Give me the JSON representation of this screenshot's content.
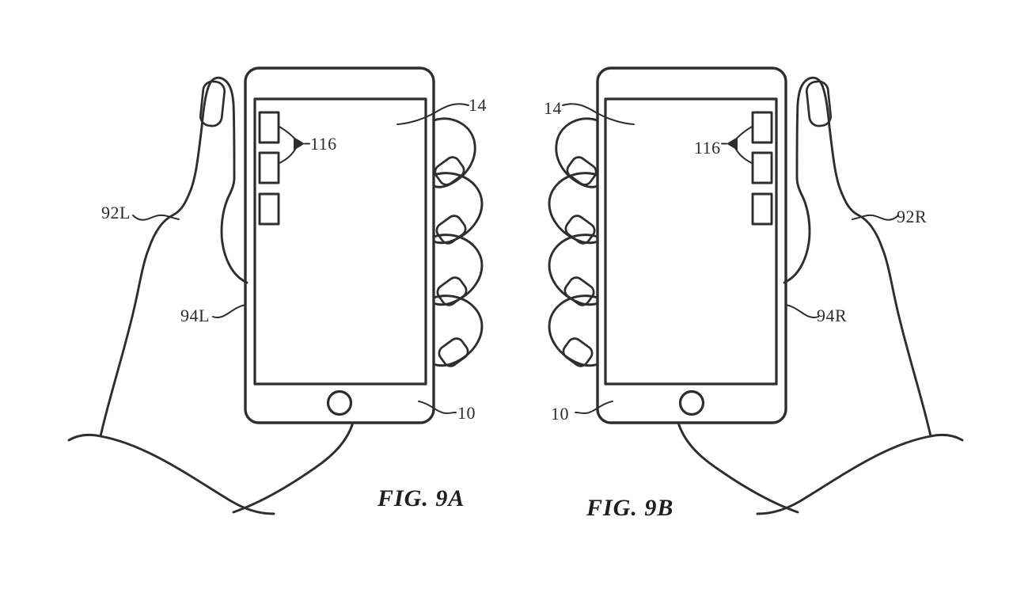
{
  "page": {
    "background_color": "#ffffff",
    "ink_color": "#2e2e2e"
  },
  "figure_a": {
    "caption": "FIG. 9A",
    "hand_label": "92L",
    "device_edge_label": "94L",
    "touch_targets_label": "116",
    "display_label": "14",
    "device_label": "10"
  },
  "figure_b": {
    "caption": "FIG. 9B",
    "hand_label": "92R",
    "device_edge_label": "94R",
    "touch_targets_label": "116",
    "display_label": "14",
    "device_label": "10"
  }
}
